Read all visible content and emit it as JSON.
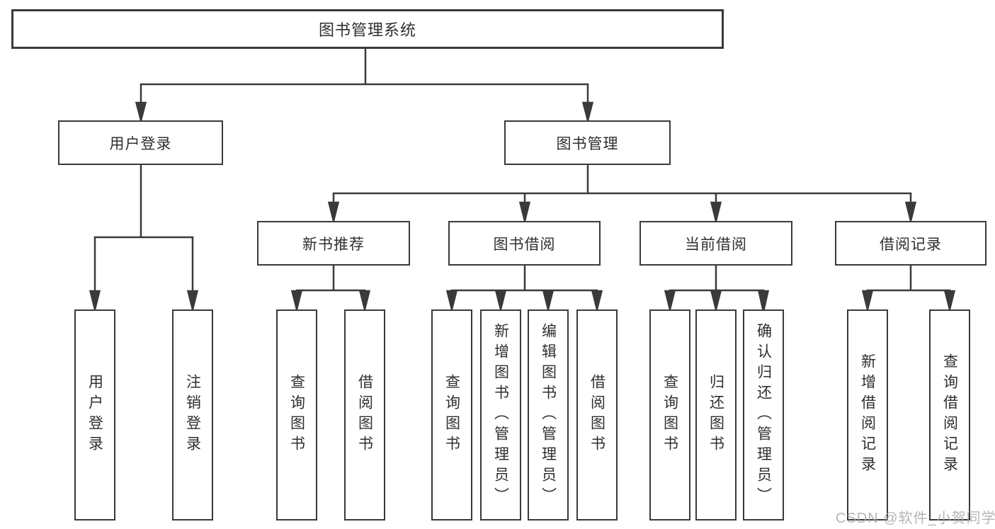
{
  "colors": {
    "line": "#3a3a3a",
    "text": "#2f2f2f",
    "background": "#ffffff",
    "watermark": "#a9a9a9"
  },
  "watermark": {
    "text": "CSDN @软件_小贺同学"
  },
  "tree": {
    "label": "图书管理系统",
    "children": [
      {
        "label": "用户登录",
        "children": [
          {
            "label": "用户登录"
          },
          {
            "label": "注销登录"
          }
        ]
      },
      {
        "label": "图书管理",
        "children": [
          {
            "label": "新书推荐",
            "children": [
              {
                "label": "查询图书"
              },
              {
                "label": "借阅图书"
              }
            ]
          },
          {
            "label": "图书借阅",
            "children": [
              {
                "label": "查询图书"
              },
              {
                "label": "新增图书（管理员）"
              },
              {
                "label": "编辑图书（管理员）"
              },
              {
                "label": "借阅图书"
              }
            ]
          },
          {
            "label": "当前借阅",
            "children": [
              {
                "label": "查询图书"
              },
              {
                "label": "归还图书"
              },
              {
                "label": "确认归还（管理员）"
              }
            ]
          },
          {
            "label": "借阅记录",
            "children": [
              {
                "label": "新增借阅记录"
              },
              {
                "label": "查询借阅记录"
              }
            ]
          }
        ]
      }
    ]
  }
}
